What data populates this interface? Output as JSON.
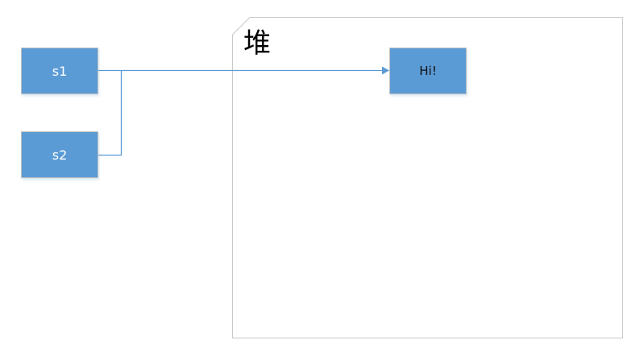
{
  "container": {
    "label": "堆"
  },
  "nodes": {
    "s1": "s1",
    "s2": "s2",
    "hi": "Hi!"
  },
  "colors": {
    "node_fill": "#5b9bd5",
    "edge": "#5b9bd5",
    "container_border": "#c8c8c8"
  }
}
